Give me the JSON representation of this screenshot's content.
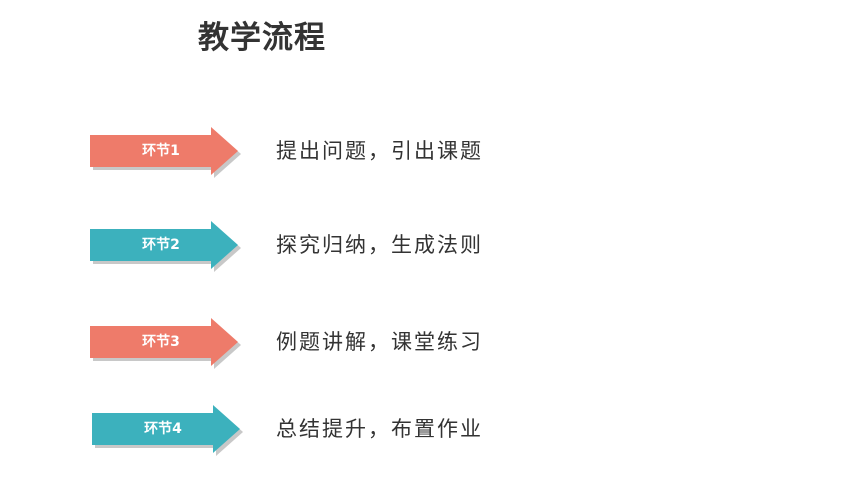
{
  "title": "教学流程",
  "colors": {
    "salmon": "#EE7B6A",
    "teal": "#3CB1BD",
    "title_text": "#333333",
    "body_text": "#333333"
  },
  "steps": [
    {
      "label": "环节1",
      "description": "提出问题，引出课题",
      "color": "#EE7B6A"
    },
    {
      "label": "环节2",
      "description": "探究归纳，生成法则",
      "color": "#3CB1BD"
    },
    {
      "label": "环节3",
      "description": "例题讲解，课堂练习",
      "color": "#EE7B6A"
    },
    {
      "label": "环节4",
      "description": "总结提升，布置作业",
      "color": "#3CB1BD"
    }
  ]
}
